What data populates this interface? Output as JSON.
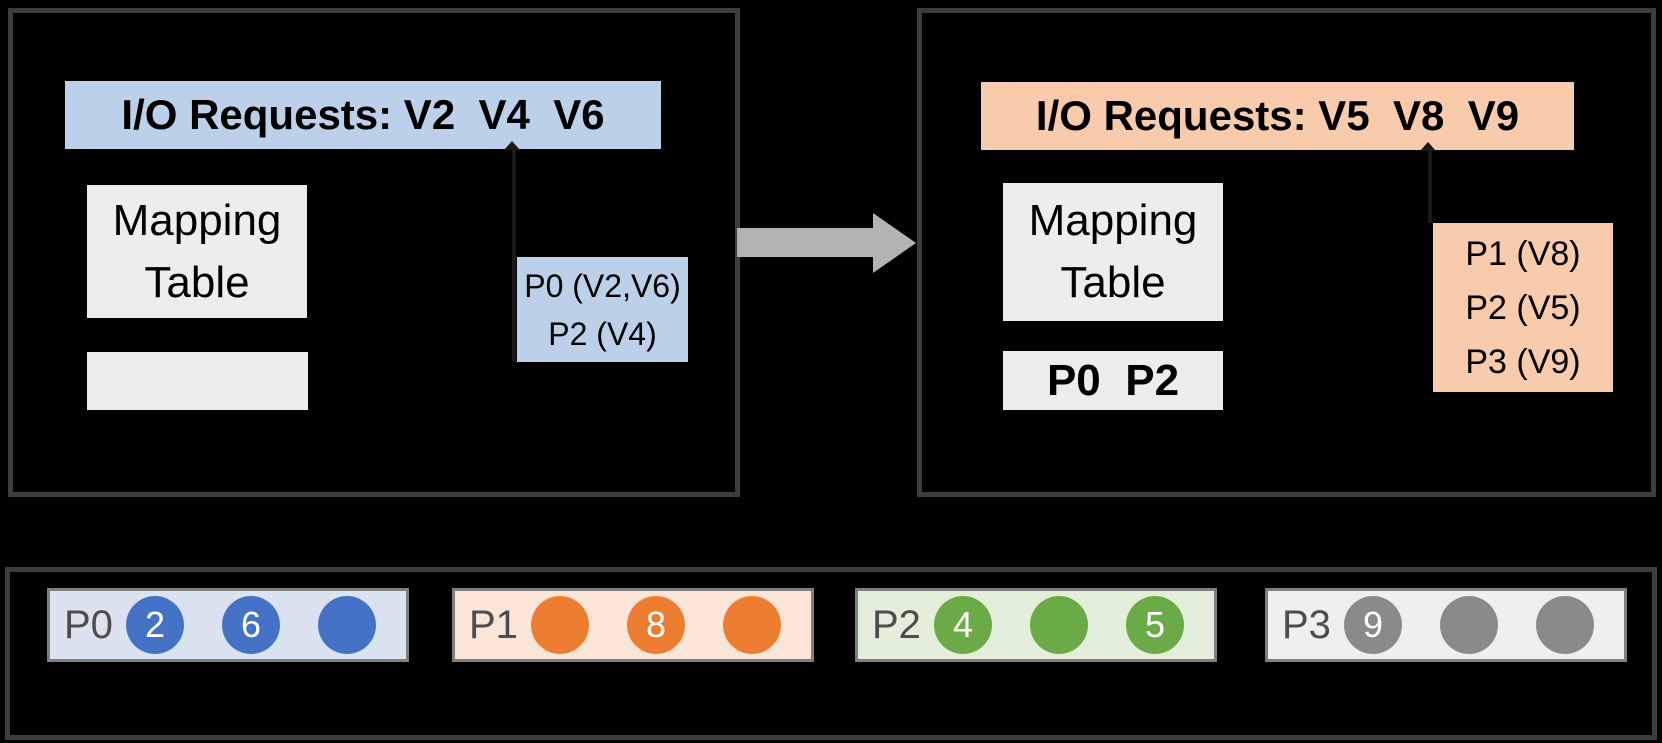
{
  "colors": {
    "background": "#000000",
    "panel_border": "#3d3d3d",
    "strip_border": "#7f7f7f",
    "transition_arrow": "#b3b3b3",
    "hidden_arrow": "#1a1a1a",
    "gray_box": "#ededed",
    "blue_light": "#bcd0ea",
    "orange_light": "#f8cbad",
    "label_gray": "#4d4d4d"
  },
  "state_before": {
    "header_text": "I/O Requests: V2  V4  V6",
    "header_bg": "#bcd0ea",
    "mapping_table_line1": "Mapping",
    "mapping_table_line2": "Table",
    "result_box": {
      "bg": "#bcd0ea",
      "line1": "P0 (V2,V6)",
      "line2": "P2 (V4)"
    }
  },
  "state_after": {
    "header_text": "I/O Requests: V5  V8  V9",
    "header_bg": "#f8cbad",
    "mapping_table_line1": "Mapping",
    "mapping_table_line2": "Table",
    "cached_pages_text": "P0  P2",
    "result_box": {
      "bg": "#f8cbad",
      "line1": "P1 (V8)",
      "line2": "P2 (V5)",
      "line3": "P3 (V9)"
    }
  },
  "flash_strips": [
    {
      "label": "P0",
      "fill": "#dbe3f1",
      "circle_color": "#4472c4",
      "cells": [
        "2",
        "6",
        ""
      ]
    },
    {
      "label": "P1",
      "fill": "#fbe5d6",
      "circle_color": "#ed7d31",
      "cells": [
        "",
        "8",
        ""
      ]
    },
    {
      "label": "P2",
      "fill": "#e4efdb",
      "circle_color": "#6aab47",
      "cells": [
        "4",
        "",
        "5"
      ]
    },
    {
      "label": "P3",
      "fill": "#efefef",
      "circle_color": "#8a8a8a",
      "cells": [
        "9",
        "",
        ""
      ]
    }
  ]
}
